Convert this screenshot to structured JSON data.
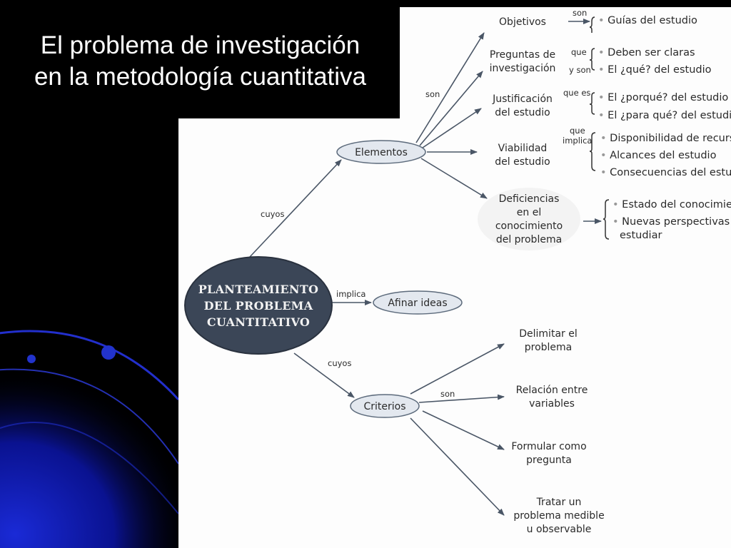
{
  "slide": {
    "title_line1": "El problema de investigación",
    "title_line2": "en la metodología cuantitativa",
    "colors": {
      "background": "#000000",
      "accent_blue": "#1a2ad6",
      "title": "#ffffff",
      "panel": "#ffffff",
      "central_node": "#3b4657",
      "oval": "#e3e8ef",
      "arrow": "#4a5666"
    }
  },
  "diagram": {
    "central": [
      "PLANTEAMIENTO",
      "DEL PROBLEMA",
      "CUANTITATIVO"
    ],
    "relations": {
      "cuyos_top": "cuyos",
      "implica": "implica",
      "cuyos_bottom": "cuyos",
      "son_elements": "son",
      "son_criteria": "son",
      "objetivos_son": "son",
      "preguntas_que": "que",
      "preguntas_yson": "y son",
      "justificacion_quees": "que es",
      "viabilidad_que": "que",
      "viabilidad_implica": "implica"
    },
    "elementos": {
      "label": "Elementos",
      "objetivos": {
        "label": "Objetivos",
        "items": [
          "Guías del estudio"
        ]
      },
      "preguntas": {
        "label": [
          "Preguntas de",
          "investigación"
        ],
        "items": [
          "Deben ser claras",
          "El ¿qué? del estudio"
        ]
      },
      "justificacion": {
        "label": [
          "Justificación",
          "del estudio"
        ],
        "items": [
          "El ¿porqué? del estudio",
          "El ¿para qué? del estudio"
        ]
      },
      "viabilidad": {
        "label": [
          "Viabilidad",
          "del estudio"
        ],
        "items": [
          "Disponibilidad de recursos",
          "Alcances del estudio",
          "Consecuencias del estudio"
        ]
      },
      "deficiencias": {
        "label": [
          "Deficiencias",
          "en el",
          "conocimiento",
          "del problema"
        ],
        "items": [
          "Estado del conocimiento",
          "Nuevas perspectivas a",
          "estudiar"
        ]
      }
    },
    "afinar": "Afinar ideas",
    "criterios": {
      "label": "Criterios",
      "items": [
        [
          "Delimitar el",
          "problema"
        ],
        [
          "Relación entre",
          "variables"
        ],
        [
          "Formular como",
          "pregunta"
        ],
        [
          "Tratar un",
          "problema medible",
          "u observable"
        ]
      ]
    }
  }
}
